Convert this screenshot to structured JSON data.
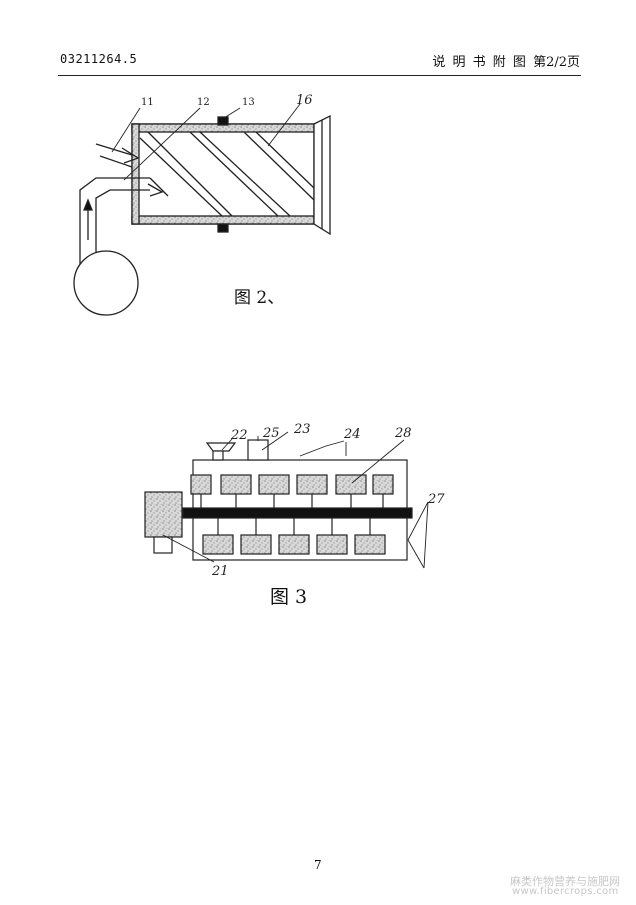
{
  "header": {
    "application_number": "03211264.5",
    "doc_section": "说 明 书 附 图",
    "page_of": "第2/2页"
  },
  "figure2": {
    "caption": "图 2、",
    "labels": [
      "11",
      "12",
      "13",
      "16"
    ]
  },
  "figure3": {
    "caption": "图 3",
    "labels": [
      "22",
      "25",
      "23",
      "24",
      "28",
      "27",
      "21"
    ]
  },
  "footer": {
    "page_number": "7"
  },
  "watermark": {
    "site_name": "麻类作物营养与施肥网",
    "url": "www.fibercrops.com"
  }
}
